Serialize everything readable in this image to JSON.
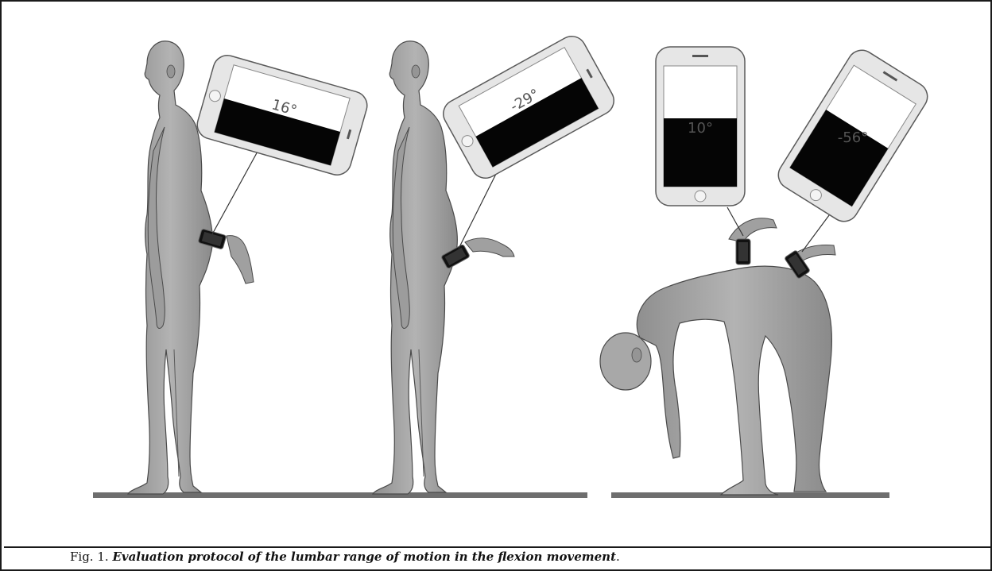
{
  "figure": {
    "phones": [
      {
        "reading": "16°"
      },
      {
        "reading": "-29°"
      },
      {
        "reading": "10°"
      },
      {
        "reading": "-56°"
      }
    ],
    "colors": {
      "body": "#a8a8a8",
      "body_shadow": "#7d7d7d",
      "outline": "#4a4a4a",
      "phone_frame": "#e6e6e6",
      "screen_dark": "#050505",
      "floor": "#6e6e6e"
    }
  },
  "caption": {
    "label": "Fig. 1.",
    "text": "Evaluation protocol of the lumbar range of motion in the flexion movement",
    "end": "."
  }
}
